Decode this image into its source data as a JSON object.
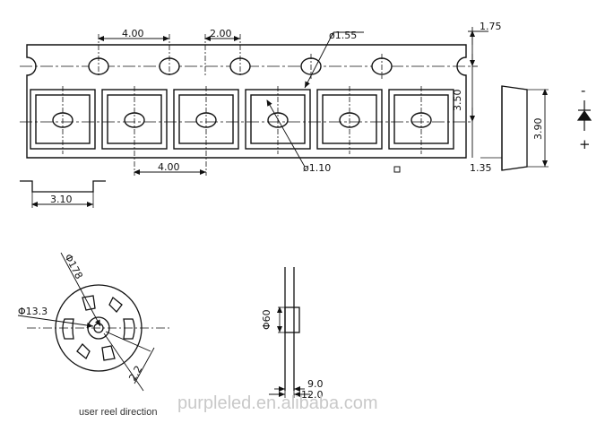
{
  "tape": {
    "pitch_sprocket": "4.00",
    "pitch_half": "2.00",
    "sprocket_diameter": "ø1.55",
    "edge_offset": "1.75",
    "row_distance": "3.50",
    "pocket_pitch": "4.00",
    "pocket_hole_diameter": "ø1.10",
    "tape_height": "3.90",
    "tape_thickness": "1.35",
    "pocket_width": "3.10",
    "minus_sign": "-",
    "plus_sign": "+"
  },
  "reel": {
    "outer_diameter": "Φ178",
    "hub_diameter": "Φ13.3",
    "slot_width": "2.2",
    "caption": "user reel direction"
  },
  "reel_side": {
    "hub_diameter": "Φ60",
    "width_outer": "12.0",
    "width_inner": "9.0"
  },
  "watermark": "purpleled.en.alibaba.com"
}
